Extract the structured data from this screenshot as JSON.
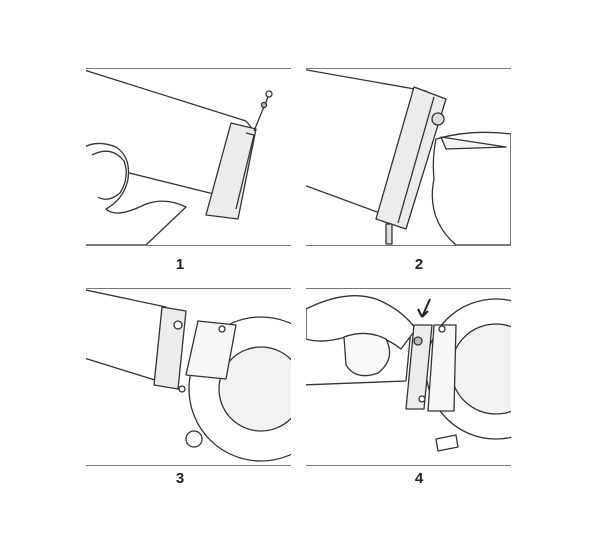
{
  "steps": [
    {
      "label": "1"
    },
    {
      "label": "2"
    },
    {
      "label": "3"
    },
    {
      "label": "4"
    }
  ]
}
